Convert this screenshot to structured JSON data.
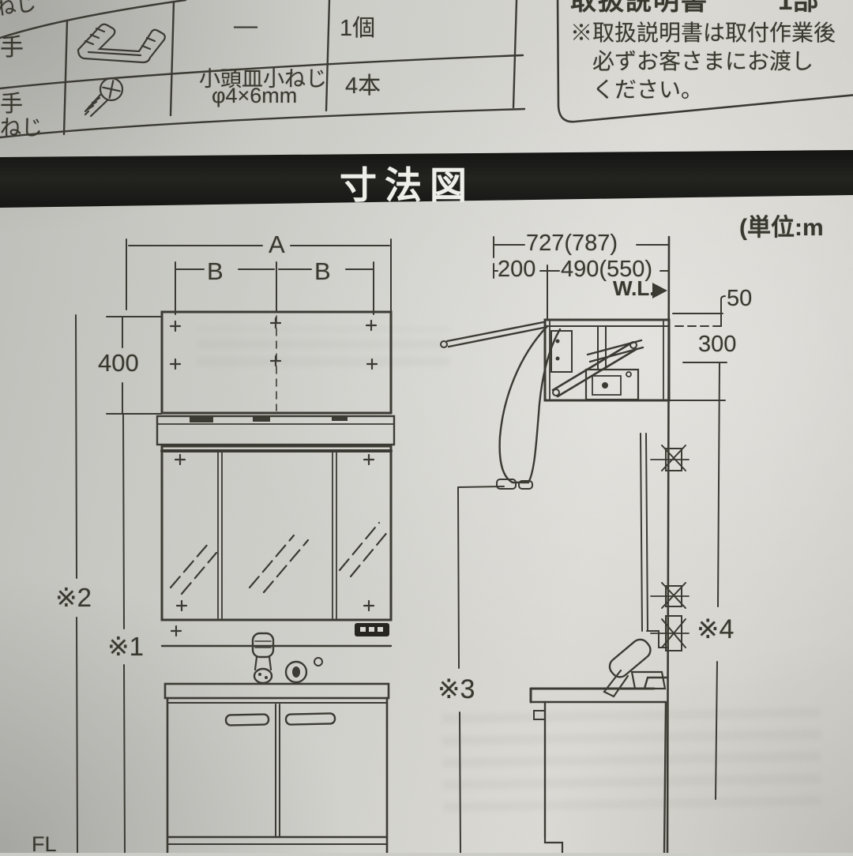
{
  "colors": {
    "paper_base": "#d3d3ce",
    "line_color": "#3b3a33",
    "banner_bg": "#1c1c1a",
    "banner_text": "#efefea"
  },
  "parts_table": {
    "corner_fragment": "ねじ",
    "rows": [
      {
        "label_lines": [
          "手"
        ],
        "spec_lines": [
          "—"
        ],
        "qty": "1個"
      },
      {
        "label_lines": [
          "手",
          "ねじ"
        ],
        "spec_lines": [
          "小頭皿小ねじ",
          "φ4×6mm"
        ],
        "qty": "4本"
      }
    ]
  },
  "note_box": {
    "header_left": "取扱説明書",
    "header_right": "1部",
    "lines": [
      "※取扱説明書は取付作業後",
      "必ずお客さまにお渡し",
      "ください。"
    ]
  },
  "banner": {
    "title": "寸法図"
  },
  "units_label": "(単位:m",
  "front_view": {
    "dim_a": "A",
    "dim_b_left": "B",
    "dim_b_right": "B",
    "dim_400": "400",
    "note2": "※2",
    "note1": "※1",
    "floor": "FL"
  },
  "side_view": {
    "dim_depth": "727(787)",
    "dim_200": "200",
    "dim_490": "490(550)",
    "wl": "W.L.",
    "dim_50": "50",
    "dim_300": "300",
    "note3": "※3",
    "note4": "※4"
  }
}
